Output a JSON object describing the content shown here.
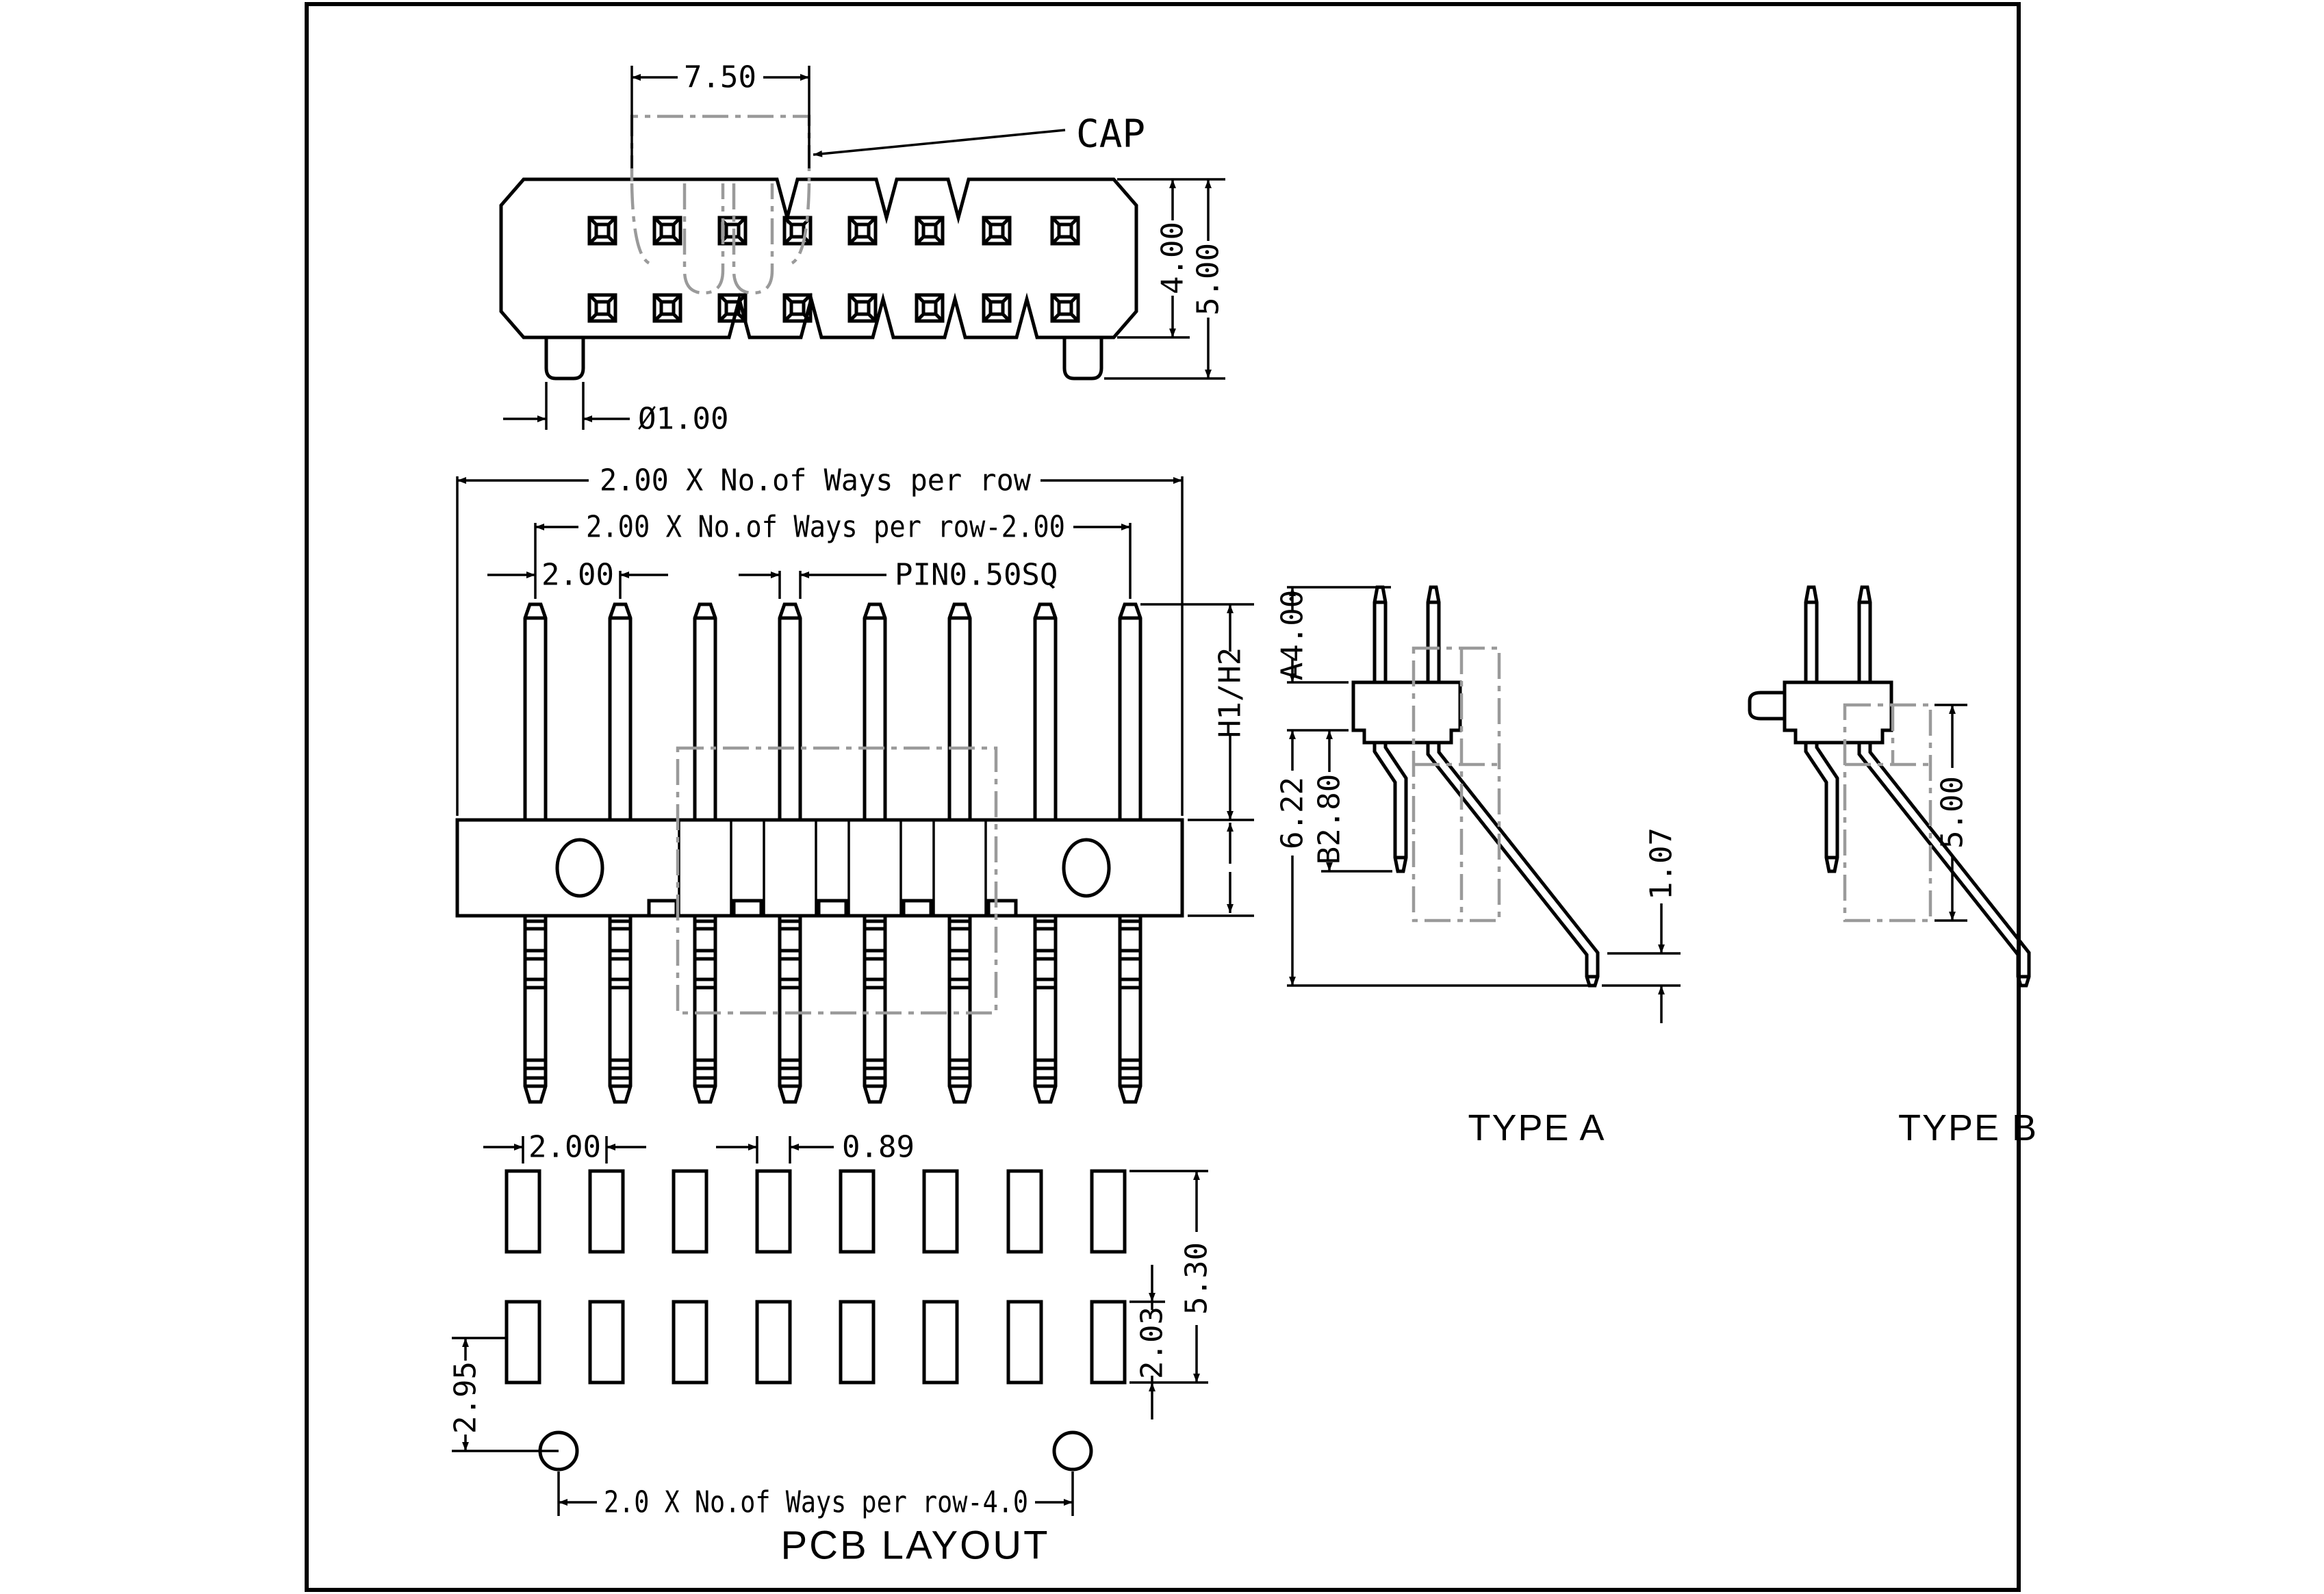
{
  "drawing": {
    "kind": "connector engineering drawing",
    "colors": {
      "line": "#000000",
      "cap_outline": "#9a9a9a",
      "background": "#ffffff"
    },
    "top_view": {
      "cap_width": "7.50",
      "cap_label": "CAP",
      "body_height": "4.00",
      "overall_height": "5.00",
      "peg_diameter": "Ø1.00"
    },
    "front_view": {
      "overall_width": "2.00 X No.of Ways per row",
      "pin_span": "2.00 X No.of Ways per row-2.00",
      "pitch": "2.00",
      "pin_size": "PIN0.50SQ",
      "header_height": "H1/H2"
    },
    "type_a": {
      "label": "TYPE A",
      "pin_height": "A4.00",
      "tail_length": "6.22",
      "tail_inner": "B2.80",
      "tip_length": "1.07"
    },
    "type_b": {
      "label": "TYPE B",
      "cap_height": "5.00"
    },
    "pcb_layout": {
      "title": "PCB LAYOUT",
      "pitch": "2.00",
      "pad_width": "0.89",
      "row_span": "5.30",
      "pad_height": "2.03",
      "hole_offset": "2.95",
      "hole_span": "2.0 X No.of Ways per row-4.0"
    }
  }
}
